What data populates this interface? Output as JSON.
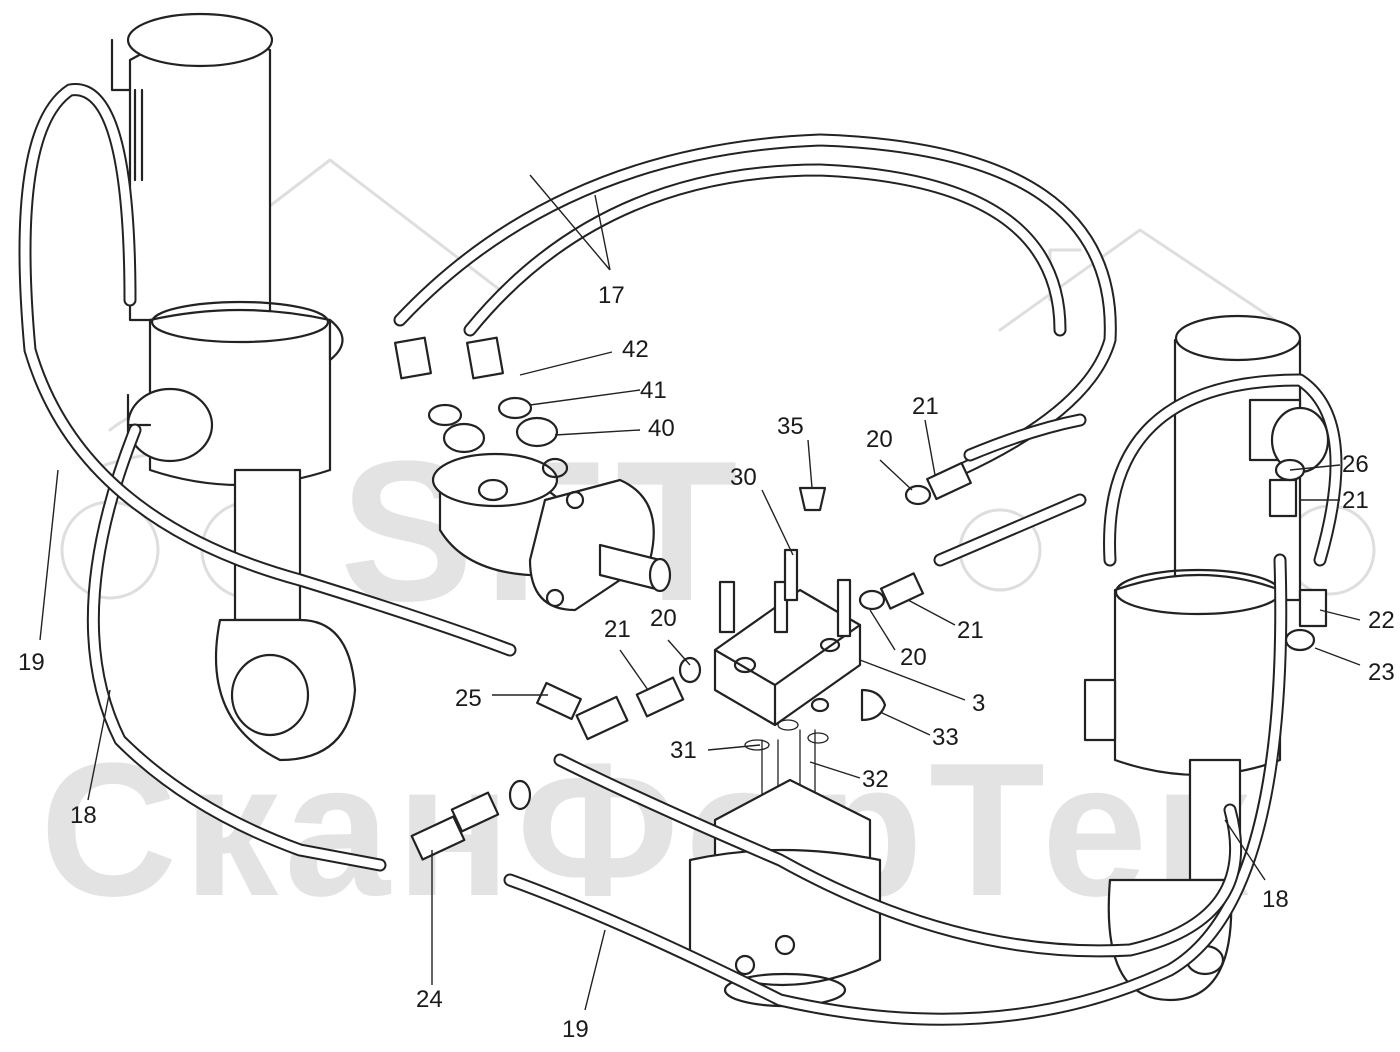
{
  "watermark": {
    "logo_text": "SFT",
    "company_text": "СканФорТек"
  },
  "labels": [
    {
      "id": "17",
      "text": "17"
    },
    {
      "id": "42",
      "text": "42"
    },
    {
      "id": "41",
      "text": "41"
    },
    {
      "id": "40",
      "text": "40"
    },
    {
      "id": "35",
      "text": "35"
    },
    {
      "id": "30",
      "text": "30"
    },
    {
      "id": "21a",
      "text": "21"
    },
    {
      "id": "20a",
      "text": "20"
    },
    {
      "id": "26",
      "text": "26"
    },
    {
      "id": "21b",
      "text": "21"
    },
    {
      "id": "22",
      "text": "22"
    },
    {
      "id": "23",
      "text": "23"
    },
    {
      "id": "21c",
      "text": "21"
    },
    {
      "id": "20b",
      "text": "20"
    },
    {
      "id": "21d",
      "text": "21"
    },
    {
      "id": "20c",
      "text": "20"
    },
    {
      "id": "3",
      "text": "3"
    },
    {
      "id": "33",
      "text": "33"
    },
    {
      "id": "25",
      "text": "25"
    },
    {
      "id": "31",
      "text": "31"
    },
    {
      "id": "32",
      "text": "32"
    },
    {
      "id": "19a",
      "text": "19"
    },
    {
      "id": "18a",
      "text": "18"
    },
    {
      "id": "18b",
      "text": "18"
    },
    {
      "id": "24",
      "text": "24"
    },
    {
      "id": "19b",
      "text": "19"
    }
  ]
}
